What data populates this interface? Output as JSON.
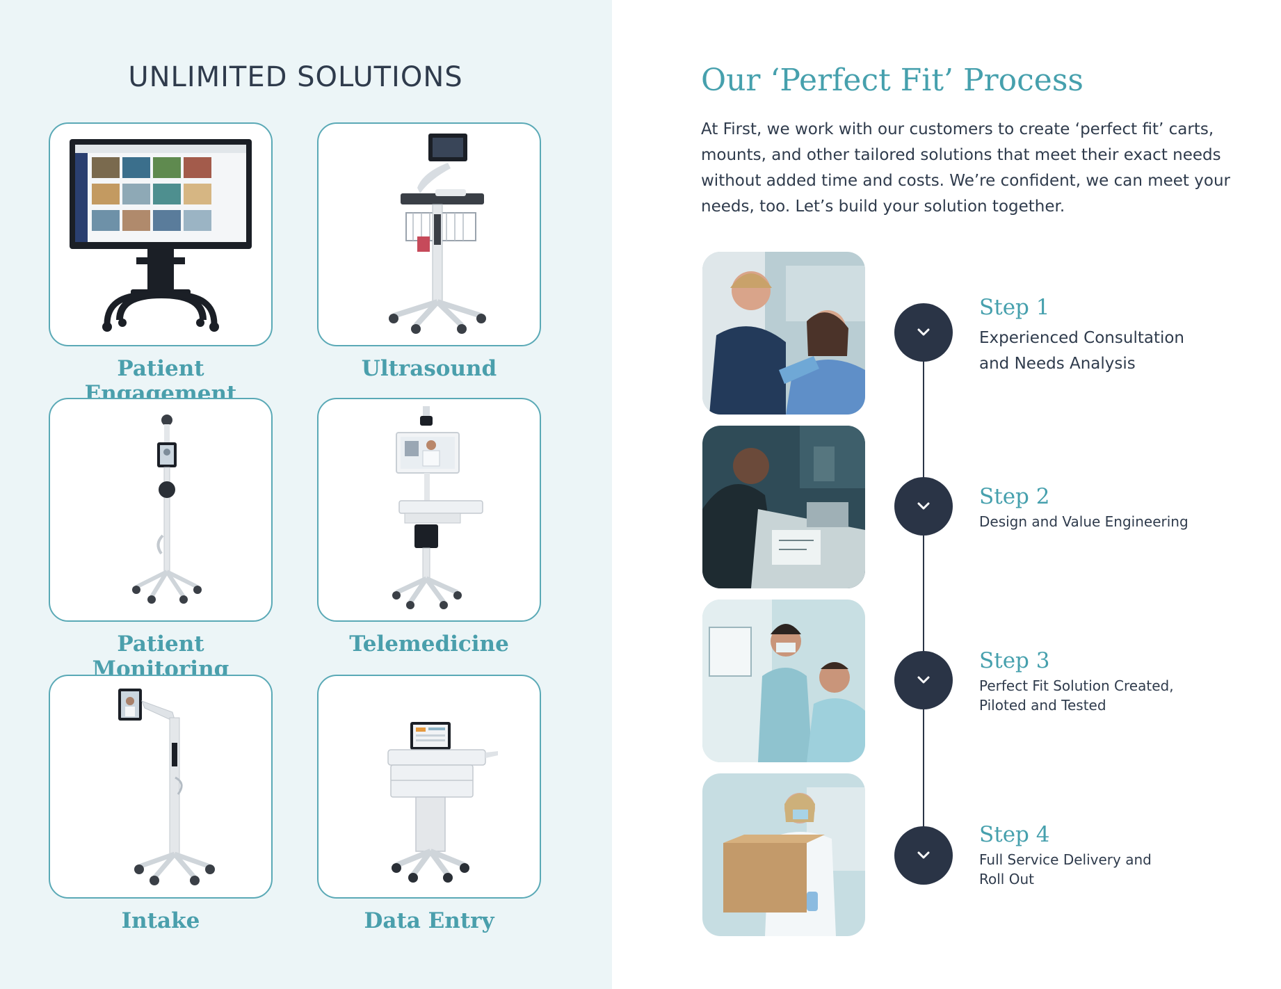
{
  "left": {
    "title": "UNLIMITED SOLUTIONS",
    "solutions": [
      {
        "label": "Patient Engagement",
        "icon": "display-cart-icon"
      },
      {
        "label": "Ultrasound",
        "icon": "ultrasound-cart-icon"
      },
      {
        "label": "Patient Monitoring",
        "icon": "monitoring-stand-icon"
      },
      {
        "label": "Telemedicine",
        "icon": "telemedicine-cart-icon"
      },
      {
        "label": "Intake",
        "icon": "intake-tablet-stand-icon"
      },
      {
        "label": "Data Entry",
        "icon": "data-entry-cart-icon"
      }
    ]
  },
  "right": {
    "title": "Our ‘Perfect Fit’ Process",
    "intro": "At First, we work with our customers to create ‘perfect fit’ carts, mounts, and other tailored solutions that meet their exact needs without added time and costs. We’re confident, we can meet your needs, too. Let’s build your solution together.",
    "steps": [
      {
        "title": "Step 1",
        "desc_lines": [
          "Experienced Consultation",
          "and Needs Analysis"
        ]
      },
      {
        "title": "Step 2",
        "desc_lines": [
          "Design and Value Engineering"
        ]
      },
      {
        "title": "Step 3",
        "desc_lines": [
          "Perfect Fit Solution Created,",
          "Piloted and Tested"
        ]
      },
      {
        "title": "Step 4",
        "desc_lines": [
          "Full Service Delivery and",
          "Roll Out"
        ]
      }
    ]
  },
  "colors": {
    "panel_bg": "#ecf5f7",
    "accent_teal": "#46a0ad",
    "card_border": "#5aa9b6",
    "dark_navy": "#2a3446",
    "text_dark": "#2f3b4c"
  }
}
